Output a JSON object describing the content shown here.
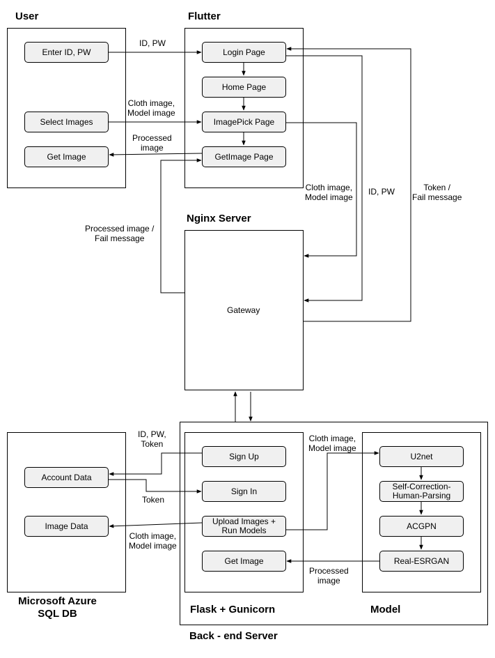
{
  "titles": {
    "user": "User",
    "flutter": "Flutter",
    "nginx": "Nginx Server",
    "azure": "Microsoft Azure\nSQL DB",
    "flask": "Flask + Gunicorn",
    "model": "Model",
    "backend": "Back - end Server"
  },
  "user_nodes": {
    "enter_id_pw": "Enter ID, PW",
    "select_images": "Select Images",
    "get_image": "Get Image"
  },
  "flutter_nodes": {
    "login_page": "Login Page",
    "home_page": "Home Page",
    "imagepick_page": "ImagePick Page",
    "getimage_page": "GetImage Page"
  },
  "nginx": {
    "gateway": "Gateway"
  },
  "azure_nodes": {
    "account_data": "Account Data",
    "image_data": "Image Data"
  },
  "flask_nodes": {
    "sign_up": "Sign Up",
    "sign_in": "Sign In",
    "upload_run": "Upload Images +\nRun Models",
    "get_image": "Get Image"
  },
  "model_nodes": {
    "u2net": "U2net",
    "schp": "Self-Correction-\nHuman-Parsing",
    "acgpn": "ACGPN",
    "esrgan": "Real-ESRGAN"
  },
  "edge_labels": {
    "id_pw_top": "ID, PW",
    "cloth_model_user": "Cloth image,\nModel image",
    "processed_user": "Processed\nimage",
    "cloth_model_nginx": "Cloth image,\nModel image",
    "id_pw_right": "ID, PW",
    "token_fail": "Token /\nFail message",
    "processed_fail": "Processed image /\nFail message",
    "id_pw_token": "ID, PW,\nToken",
    "token": "Token",
    "cloth_model_db": "Cloth image,\nModel image",
    "cloth_model_model": "Cloth image,\nModel image",
    "processed_flask": "Processed\nimage"
  }
}
